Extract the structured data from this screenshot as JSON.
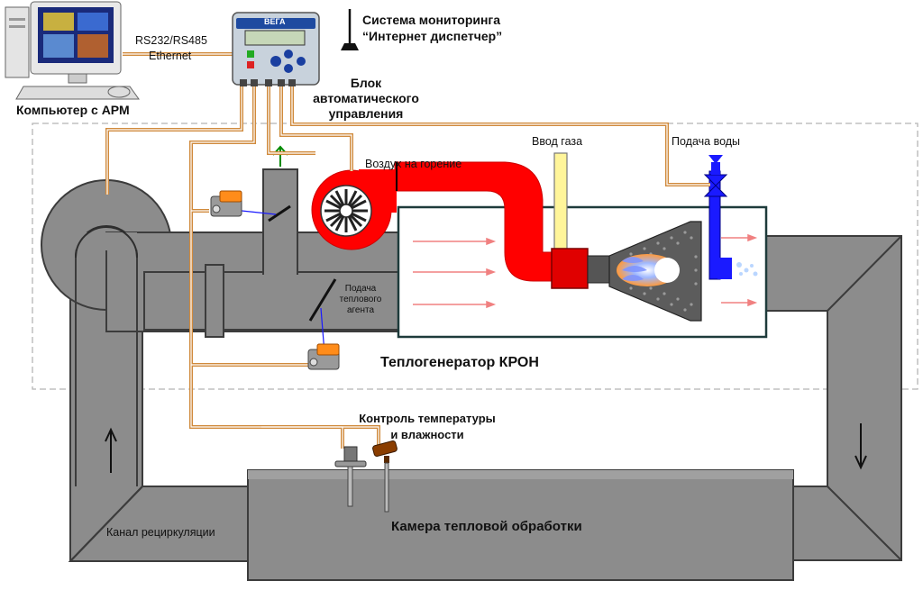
{
  "title": "Теплогенератор КРОН",
  "labels": {
    "computer": "Компьютер с АРМ",
    "comm_line1": "RS232/RS485",
    "comm_line2": "Ethernet",
    "monitoring_line1": "Система мониторинга",
    "monitoring_line2": "“Интернет диспетчер”",
    "control_block_line1": "Блок",
    "control_block_line2": "автоматического",
    "control_block_line3": "управления",
    "controller_brand": "ВЕГА",
    "gas_input": "Ввод газа",
    "water_supply": "Подача воды",
    "combustion_air": "Воздух на горение",
    "heat_agent_line1": "Подача",
    "heat_agent_line2": "теплового",
    "heat_agent_line3": "агента",
    "temp_control_line1": "Контроль температуры",
    "temp_control_line2": "и влажности",
    "chamber": "Камера тепловой обработки",
    "recirculation": "Канал рециркуляции"
  },
  "colors": {
    "duct": "#8c8c8c",
    "duct_dark": "#4f4f4f",
    "air_duct": "#ff0000",
    "gas_pipe": "#fff59a",
    "water_pipe": "#1a1aff",
    "cable": "#d08a3c",
    "arrow_green": "#008a00",
    "heat_arrow": "#f08080",
    "boundary": "#b5b5b5"
  }
}
